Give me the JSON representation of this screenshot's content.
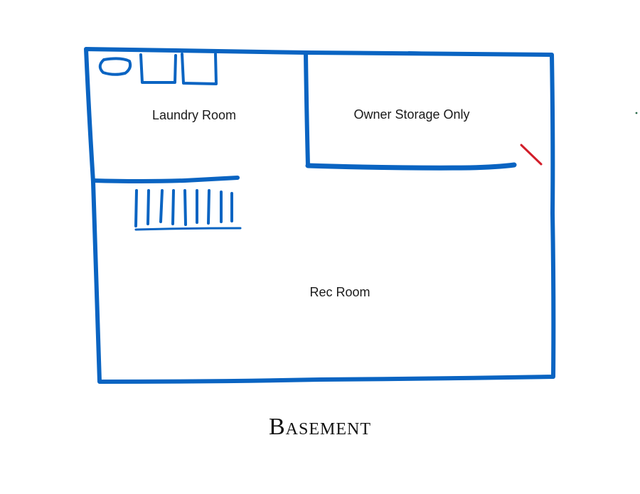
{
  "colors": {
    "wall": "#0a64c2",
    "marker": "#d21e2a",
    "text": "#1a1a1a"
  },
  "rooms": {
    "laundry": "Laundry Room",
    "storage": "Owner Storage Only",
    "rec": "Rec Room"
  },
  "fixtures": {
    "laundry_sink": "sink-icon",
    "appliances": [
      "washer-icon",
      "dryer-icon"
    ],
    "stairs": "stairs-icon",
    "door": "door-marker-icon"
  },
  "caption": "Basement"
}
